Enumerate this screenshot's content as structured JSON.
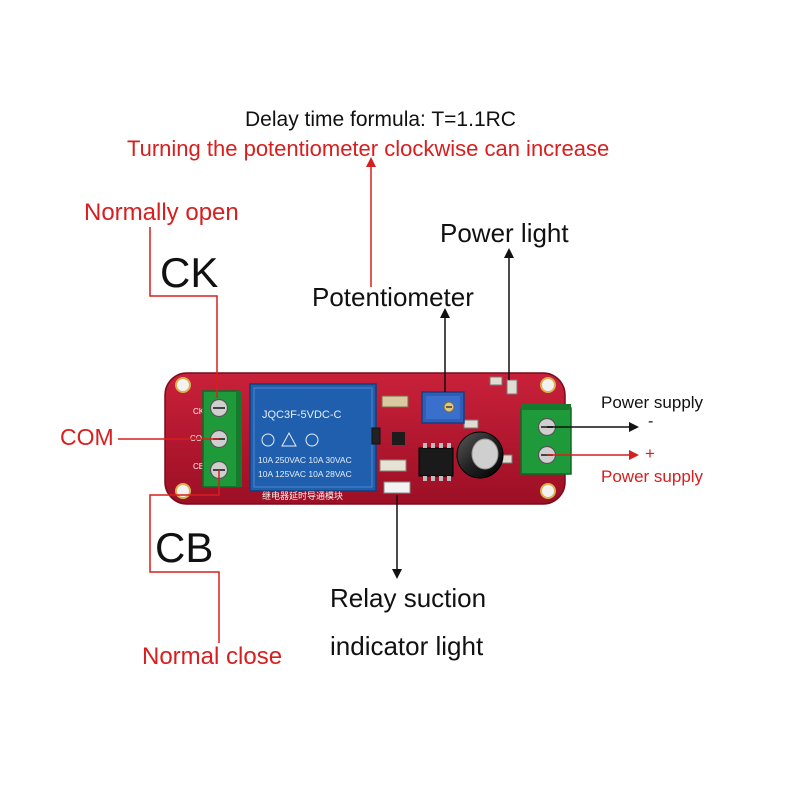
{
  "labels": {
    "formula": "Delay time formula: T=1.1RC",
    "turning": "Turning the potentiometer clockwise can increase",
    "normally_open": "Normally open",
    "ck": "CK",
    "com": "COM",
    "cb": "CB",
    "normal_close": "Normal close",
    "potentiometer": "Potentiometer",
    "power_light": "Power light",
    "power_supply_minus": "Power supply",
    "minus_sign": "-",
    "plus_sign": "+",
    "power_supply_plus": "Power supply",
    "relay_line1": "Relay suction",
    "relay_line2": "indicator light"
  },
  "relay": {
    "model": "JQC3F-5VDC-C",
    "rating1": "10A 250VAC  10A 30VAC",
    "rating2": "10A 125VAC  10A 28VAC"
  },
  "board_silk": {
    "pin_ck": "CK",
    "pin_com": "COM",
    "pin_cb": "CB",
    "bottom_text": "继电器延时导通模块"
  },
  "colors": {
    "annotation_red": "#d81e1e",
    "annotation_black": "#111111",
    "pcb_red": "#b3122c",
    "terminal_green": "#1f9a3a",
    "relay_blue": "#1f5fae"
  }
}
